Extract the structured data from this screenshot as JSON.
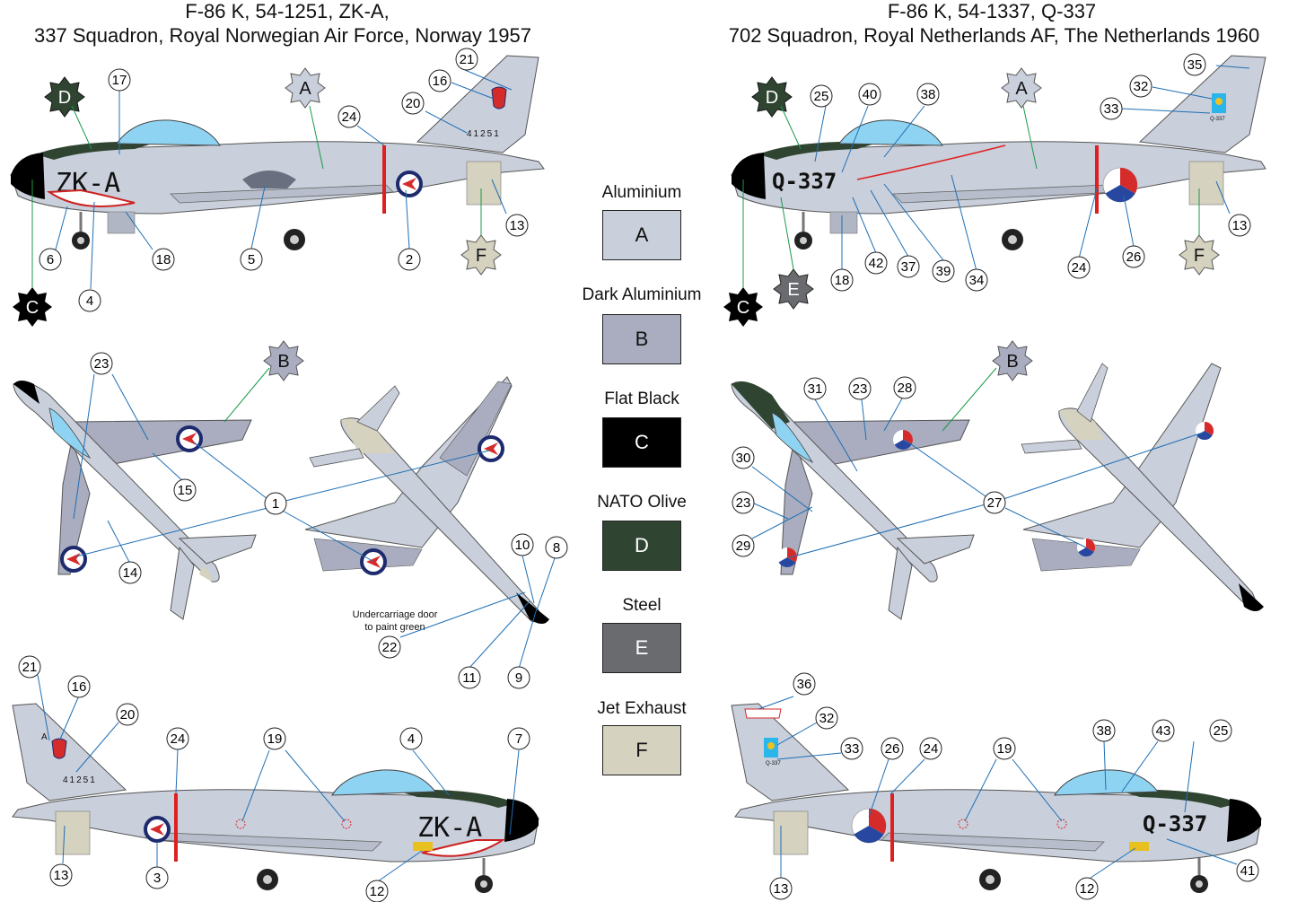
{
  "titles": {
    "left_line1": "F-86 K, 54-1251, ZK-A,",
    "left_line2": "337 Squadron, Royal Norwegian Air Force, Norway 1957",
    "right_line1": "F-86 K, 54-1337, Q-337",
    "right_line2": "702  Squadron, Royal Netherlands AF, The Netherlands 1960"
  },
  "colours": [
    {
      "name": "Aluminium",
      "code": "A",
      "hex": "#c9cfdb",
      "text": "#111111"
    },
    {
      "name": "Dark Aluminium",
      "code": "B",
      "hex": "#a9adbf",
      "text": "#111111"
    },
    {
      "name": "Flat Black",
      "code": "C",
      "hex": "#000000",
      "text": "#ffffff"
    },
    {
      "name": "NATO Olive",
      "code": "D",
      "hex": "#2f4532",
      "text": "#ffffff"
    },
    {
      "name": "Steel",
      "code": "E",
      "hex": "#6a6b6f",
      "text": "#ffffff"
    },
    {
      "name": "Jet Exhaust",
      "code": "F",
      "hex": "#d5d2bf",
      "text": "#111111"
    }
  ],
  "markings": {
    "left_code": "ZK-A",
    "left_serial": "41251",
    "left_tail_letter": "A",
    "right_code": "Q-337",
    "right_tail_code": "Q-337"
  },
  "note": {
    "line1": "Undercarriage door",
    "line2": "to paint green"
  },
  "callouts": {
    "c1": "1",
    "c2": "2",
    "c3": "3",
    "c4": "4",
    "c5": "5",
    "c6": "6",
    "c7": "7",
    "c8": "8",
    "c9": "9",
    "c10": "10",
    "c11": "11",
    "c12": "12",
    "c13": "13",
    "c14": "14",
    "c15": "15",
    "c16": "16",
    "c17": "17",
    "c18": "18",
    "c19": "19",
    "c20": "20",
    "c21": "21",
    "c22": "22",
    "c23": "23",
    "c24": "24",
    "c25": "25",
    "c26": "26",
    "c27": "27",
    "c28": "28",
    "c29": "29",
    "c30": "30",
    "c31": "31",
    "c32": "32",
    "c33": "33",
    "c34": "34",
    "c35": "35",
    "c36": "36",
    "c37": "37",
    "c38": "38",
    "c39": "39",
    "c40": "40",
    "c41": "41",
    "c42": "42",
    "c43": "43"
  }
}
